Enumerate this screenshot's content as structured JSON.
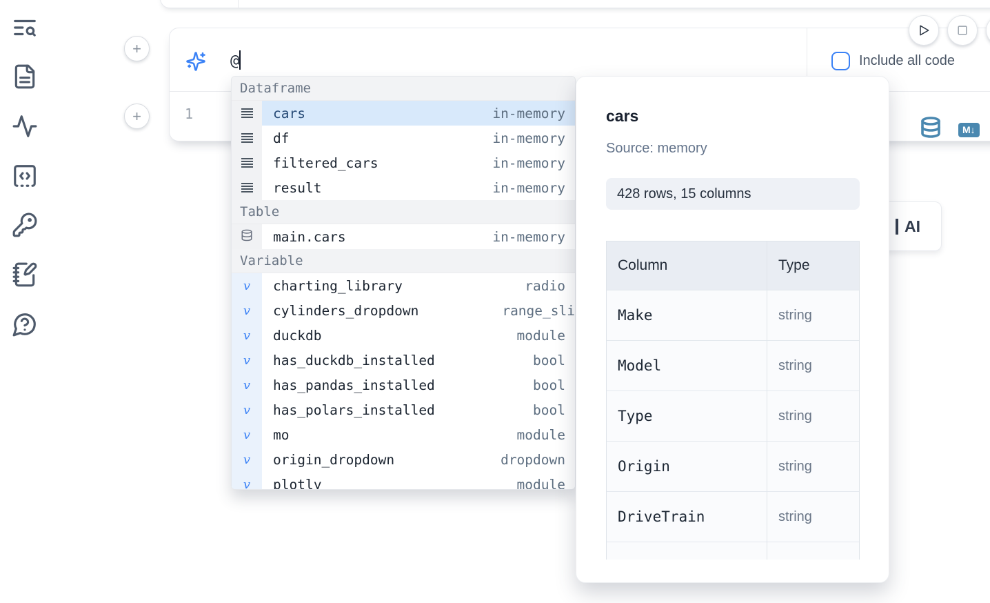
{
  "sidebar": {
    "icons": [
      {
        "name": "list-search-icon"
      },
      {
        "name": "file-text-icon"
      },
      {
        "name": "activity-icon"
      },
      {
        "name": "code-snippet-icon"
      },
      {
        "name": "key-icon"
      },
      {
        "name": "notebook-pen-icon"
      },
      {
        "name": "help-chat-icon"
      }
    ]
  },
  "cell": {
    "add_cell_above_label": "+",
    "add_cell_below_label": "+",
    "prompt_value": "@",
    "include_all_code_label": "Include all code",
    "include_all_code_checked": false,
    "line_number": "1",
    "markdown_badge": "M↓"
  },
  "autocomplete": {
    "sections": [
      {
        "label": "Dataframe",
        "icon": "dataframe-icon",
        "items": [
          {
            "name": "cars",
            "type": "in-memory",
            "selected": true
          },
          {
            "name": "df",
            "type": "in-memory"
          },
          {
            "name": "filtered_cars",
            "type": "in-memory"
          },
          {
            "name": "result",
            "type": "in-memory"
          }
        ]
      },
      {
        "label": "Table",
        "icon": "database-icon",
        "items": [
          {
            "name": "main.cars",
            "type": "in-memory"
          }
        ]
      },
      {
        "label": "Variable",
        "icon": "variable-icon",
        "items": [
          {
            "name": "charting_library",
            "type": "radio"
          },
          {
            "name": "cylinders_dropdown",
            "type": "range_sli",
            "flush": true
          },
          {
            "name": "duckdb",
            "type": "module"
          },
          {
            "name": "has_duckdb_installed",
            "type": "bool"
          },
          {
            "name": "has_pandas_installed",
            "type": "bool"
          },
          {
            "name": "has_polars_installed",
            "type": "bool"
          },
          {
            "name": "mo",
            "type": "module"
          },
          {
            "name": "origin_dropdown",
            "type": "dropdown"
          },
          {
            "name": "plotly",
            "type": "module",
            "clipped": true
          }
        ]
      }
    ]
  },
  "preview": {
    "title": "cars",
    "source": "Source: memory",
    "shape": "428 rows, 15 columns",
    "table": {
      "headers": [
        "Column",
        "Type"
      ],
      "rows": [
        {
          "column": "Make",
          "type": "string"
        },
        {
          "column": "Model",
          "type": "string"
        },
        {
          "column": "Type",
          "type": "string"
        },
        {
          "column": "Origin",
          "type": "string"
        },
        {
          "column": "DriveTrain",
          "type": "string"
        },
        {
          "column": "",
          "type": ""
        }
      ]
    }
  },
  "ai_button": {
    "label": "AI"
  },
  "colors": {
    "accent_blue": "#3b82f6",
    "steel_blue": "#4a88b0",
    "selected_row": "#d8e9fb"
  }
}
